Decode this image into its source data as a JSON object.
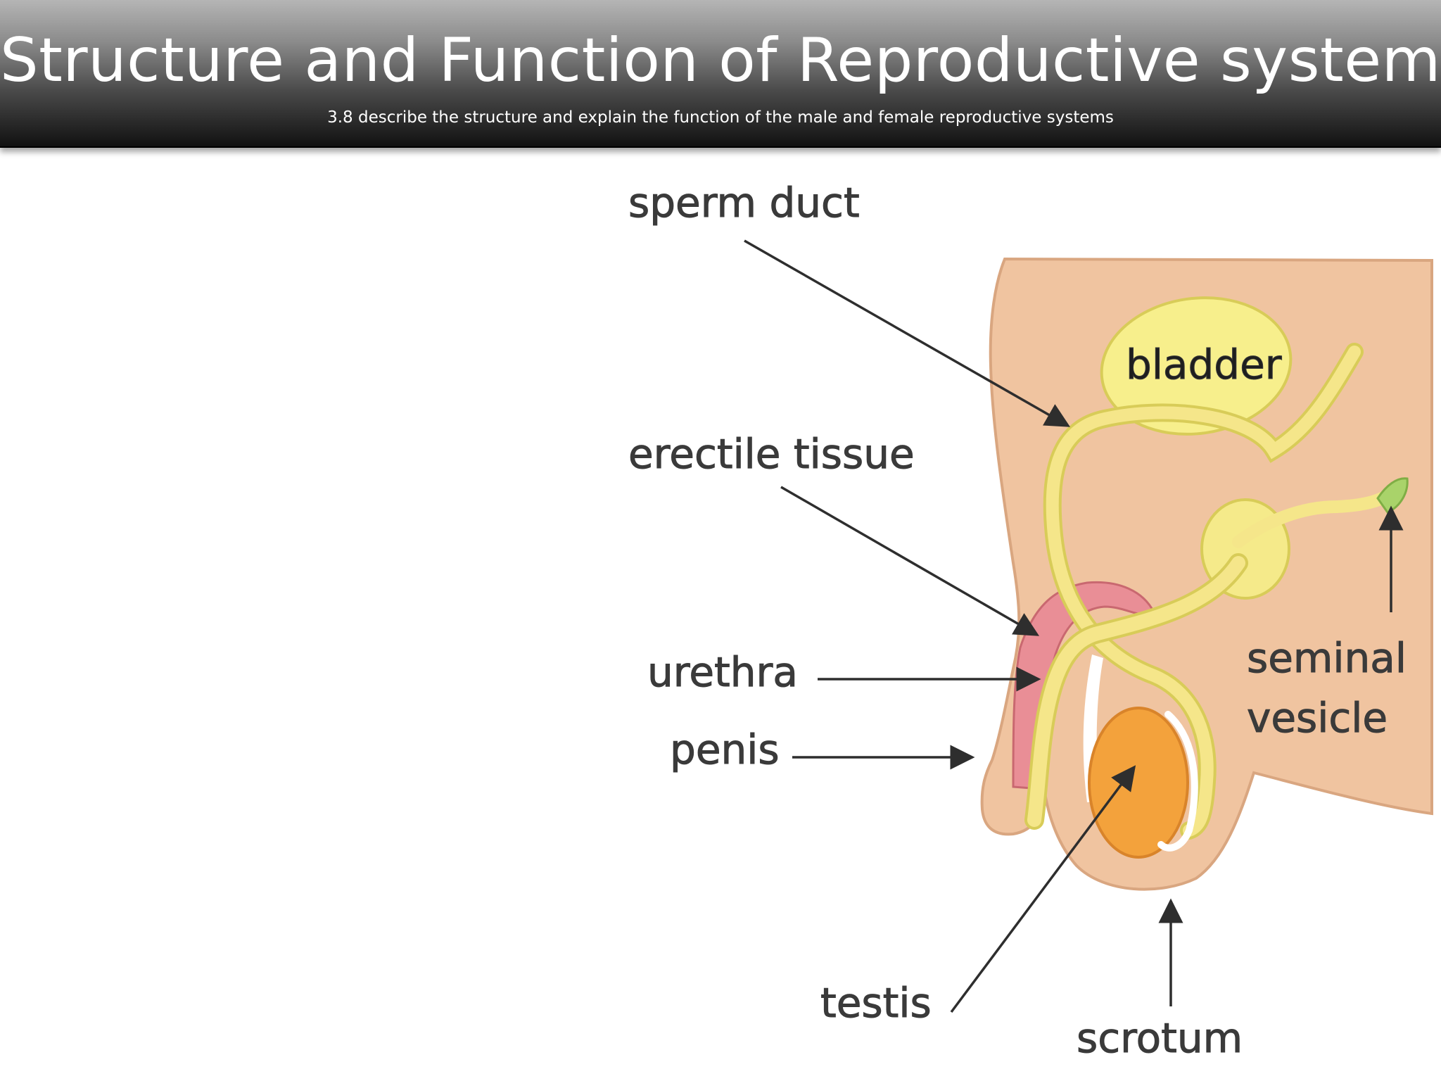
{
  "header": {
    "title": "Structure and Function of Reproductive systems",
    "subtitle": "3.8 describe the structure and explain the function of the male and female reproductive systems"
  },
  "diagram": {
    "labels": {
      "sperm_duct": "sperm duct",
      "bladder": "bladder",
      "erectile_tissue": "erectile tissue",
      "urethra": "urethra",
      "penis": "penis",
      "seminal_line1": "seminal",
      "seminal_line2": "vesicle",
      "testis": "testis",
      "scrotum": "scrotum"
    },
    "colors": {
      "skin": "#f0c4a0",
      "bladder": "#f7ef8c",
      "ducts": "#f5e68a",
      "erectile": "#e98e96",
      "testis": "#f3a23c",
      "seminal_vesicle": "#a9d36a",
      "label_text": "#3a3a3a"
    }
  }
}
